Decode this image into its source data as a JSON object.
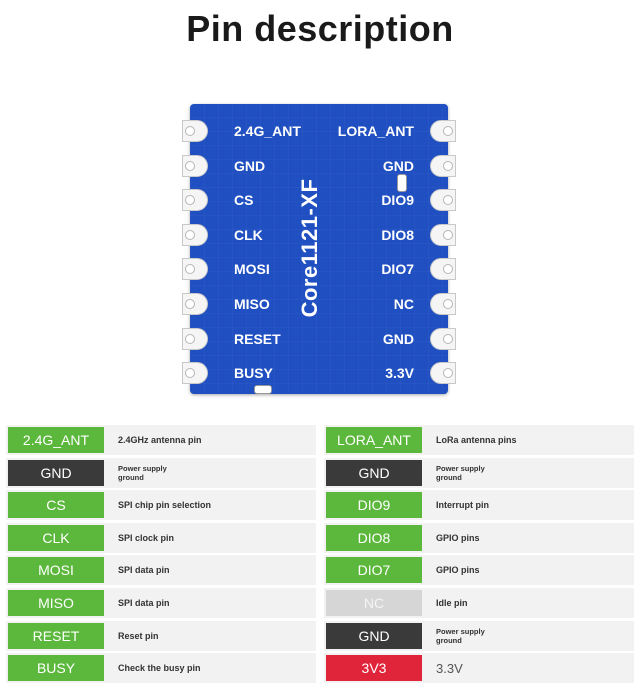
{
  "title": "Pin description",
  "board": {
    "chip_name": "Core1121-XF",
    "left_pins": [
      "2.4G_ANT",
      "GND",
      "CS",
      "CLK",
      "MOSI",
      "MISO",
      "RESET",
      "BUSY"
    ],
    "right_pins": [
      "LORA_ANT",
      "GND",
      "DIO9",
      "DIO8",
      "DIO7",
      "NC",
      "GND",
      "3.3V"
    ],
    "colors": {
      "board": "#1f4fc0",
      "pad": "#f5f5f5"
    }
  },
  "table": {
    "left": [
      {
        "pin": "2.4G_ANT",
        "style": "green",
        "desc": "2.4GHz antenna pin"
      },
      {
        "pin": "GND",
        "style": "dark",
        "desc": "Power supply\nground"
      },
      {
        "pin": "CS",
        "style": "green",
        "desc": "SPI chip pin selection"
      },
      {
        "pin": "CLK",
        "style": "green",
        "desc": "SPI clock pin"
      },
      {
        "pin": "MOSI",
        "style": "green",
        "desc": "SPI data pin"
      },
      {
        "pin": "MISO",
        "style": "green",
        "desc": "SPI data pin"
      },
      {
        "pin": "RESET",
        "style": "green",
        "desc": "Reset pin"
      },
      {
        "pin": "BUSY",
        "style": "green",
        "desc": "Check the busy pin"
      }
    ],
    "right": [
      {
        "pin": "LORA_ANT",
        "style": "green",
        "desc": "LoRa antenna pins"
      },
      {
        "pin": "GND",
        "style": "dark",
        "desc": "Power supply\nground"
      },
      {
        "pin": "DIO9",
        "style": "green",
        "desc": "Interrupt pin"
      },
      {
        "pin": "DIO8",
        "style": "green",
        "desc": "GPIO pins"
      },
      {
        "pin": "DIO7",
        "style": "green",
        "desc": "GPIO pins"
      },
      {
        "pin": "NC",
        "style": "grey",
        "desc": "Idle pin"
      },
      {
        "pin": "GND",
        "style": "dark",
        "desc": "Power supply\nground"
      },
      {
        "pin": "3V3",
        "style": "red",
        "desc": "3.3V"
      }
    ],
    "colors": {
      "green": "#5cb83c",
      "dark": "#3a3a3a",
      "grey": "#d6d6d6",
      "red": "#e0243a",
      "row_bg": "#f2f2f2"
    }
  }
}
